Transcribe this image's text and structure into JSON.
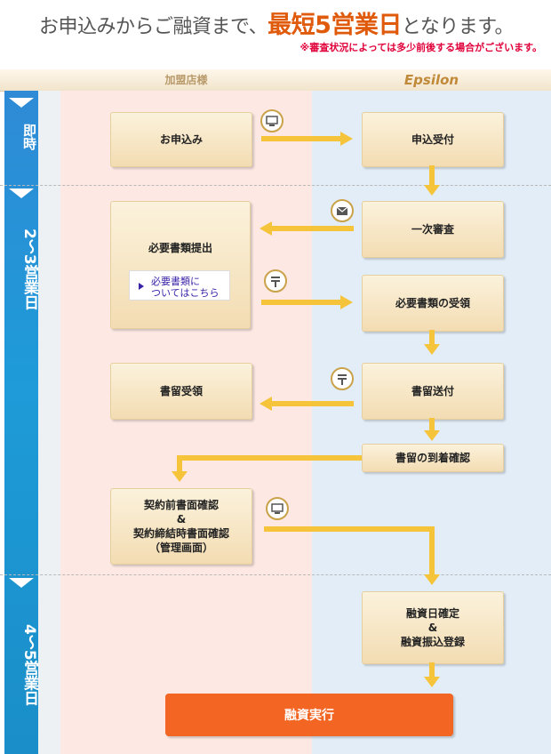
{
  "header": {
    "headline_pre": "お申込みからご融資まで、",
    "headline_em": "最短5営業日",
    "headline_post": "となります。",
    "note": "※審査状況によっては多少前後する場合がございます。"
  },
  "columns": {
    "left": "加盟店様",
    "right": "Epsilon"
  },
  "stages": {
    "s1": "即時",
    "s2": "2〜3営業日",
    "s3": "4〜5営業日"
  },
  "boxes": {
    "apply": "お申込み",
    "receive": "申込受付",
    "first_review": "一次審査",
    "docs_submit": "必要書類提出",
    "docs_receive": "必要書類の受領",
    "registered_receive": "書留受領",
    "registered_send": "書留送付",
    "registered_confirm": "書留の到着確認",
    "contract_1": "契約前書面確認",
    "contract_amp": "&",
    "contract_2": "契約締結時書面確認",
    "contract_3": "（管理画面）",
    "fund_1": "融資日確定",
    "fund_amp": "&",
    "fund_2": "融資振込登録",
    "final": "融資実行"
  },
  "link": {
    "line1": "必要書類に",
    "line2": "ついてはこちら"
  },
  "icons": [
    "pc-icon",
    "mail-icon",
    "post-icon",
    "post-icon",
    "pc-icon"
  ]
}
